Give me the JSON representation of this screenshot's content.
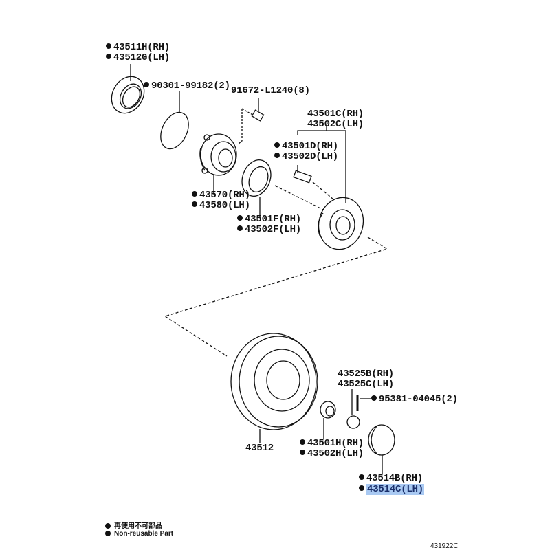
{
  "parts": {
    "oil_seal_outer": [
      "43511H(RH)",
      "43512G(LH)"
    ],
    "o_ring": "90301-99182(2)",
    "bolt": "91672-L1240(8)",
    "hub": [
      "43501C(RH)",
      "43502C(LH)"
    ],
    "hub_bolt": [
      "43501D(RH)",
      "43502D(LH)"
    ],
    "bearing": [
      "43570(RH)",
      "43580(LH)"
    ],
    "oil_seal_inner": [
      "43501F(RH)",
      "43502F(LH)"
    ],
    "disc": "43512",
    "nut_lock_cap": [
      "43525B(RH)",
      "43525C(LH)"
    ],
    "cotter_pin": "95381-04045(2)",
    "hub_nut": [
      "43501H(RH)",
      "43502H(LH)"
    ],
    "grease_cap": [
      "43514B(RH)",
      "43514C(LH)"
    ]
  },
  "legend": {
    "japanese": "再使用不可部品",
    "english": "Non-reusable Part"
  },
  "diagram_code": "431922C",
  "colors": {
    "highlight": "#a9c9f2",
    "ink": "#111111"
  }
}
